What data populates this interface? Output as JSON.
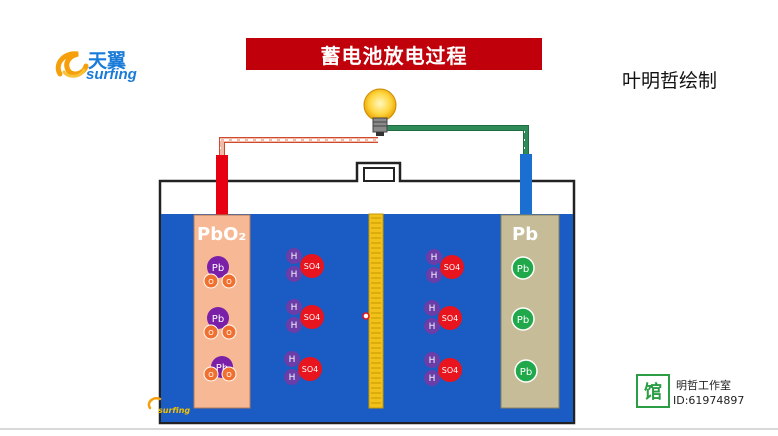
{
  "header": {
    "title": "蓄电池放电过程",
    "author": "叶明哲绘制"
  },
  "logo": {
    "brand_cn": "天翼",
    "brand_en": "surfing",
    "small_brand": "surfing"
  },
  "diagram": {
    "left_electrode_label": "PbO₂",
    "right_electrode_label": "Pb",
    "pb_label": "Pb",
    "o_label": "O",
    "h_label": "H",
    "so4_label": "SO4",
    "colors": {
      "title_red": "#c0000a",
      "electrolyte_blue": "#1a5bc4",
      "positive_plate": "#f7b995",
      "negative_plate": "#c6bc98",
      "positive_terminal": "#e60012",
      "negative_terminal": "#1a6fd1",
      "separator": "#f2c21a",
      "lead_atom_purple": "#7a1fa8",
      "lead_atom_green": "#20a84a",
      "oxygen_orange": "#f07030",
      "sulfate_red": "#e8141e",
      "hydrogen_purple": "#6a3da8"
    }
  },
  "watermark": {
    "icon_char": "馆",
    "studio": "明哲工作室",
    "id_text": "ID:61974897"
  }
}
